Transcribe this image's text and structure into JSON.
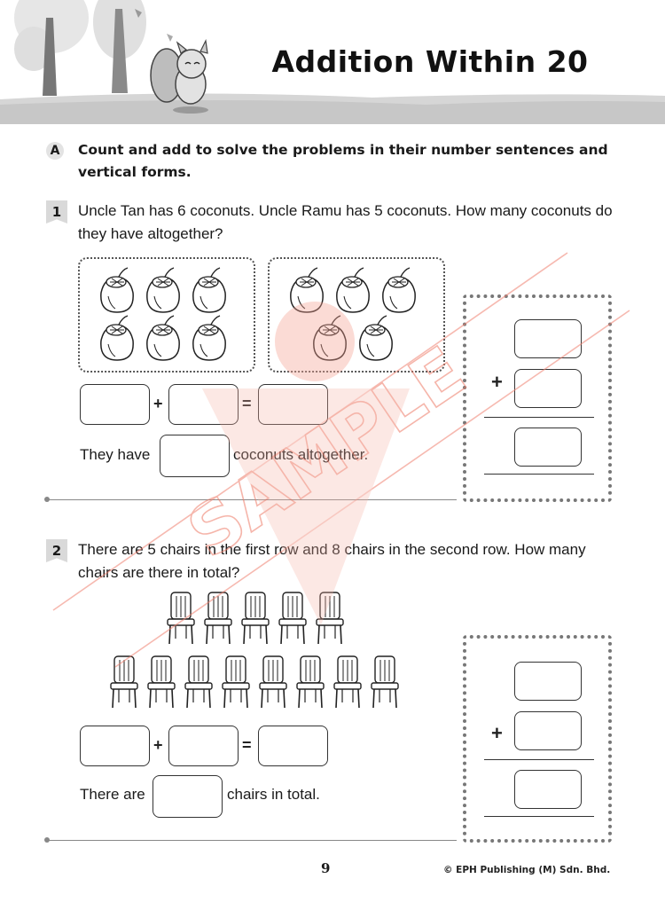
{
  "title": "Addition Within 20",
  "section": {
    "letter": "A",
    "instruction": "Count and add to solve the problems in their number sentences and vertical forms."
  },
  "question1": {
    "number": "1",
    "text": "Uncle Tan has 6 coconuts. Uncle Ramu has 5 coconuts. How many coconuts do they have altogether?",
    "group1_count": 6,
    "group2_count": 5,
    "plus": "+",
    "equals": "=",
    "sentence_before": "They have",
    "sentence_after": "coconuts altogether."
  },
  "question2": {
    "number": "2",
    "text": "There are 5 chairs in the first row and 8 chairs in the second row. How many chairs are there in total?",
    "row1_count": 5,
    "row2_count": 8,
    "plus": "+",
    "equals": "=",
    "sentence_before": "There are",
    "sentence_after": "chairs in total."
  },
  "watermark": "SAMPLE",
  "footer": {
    "page_number": "9",
    "copyright": "© EPH Publishing (M) Sdn. Bhd."
  }
}
